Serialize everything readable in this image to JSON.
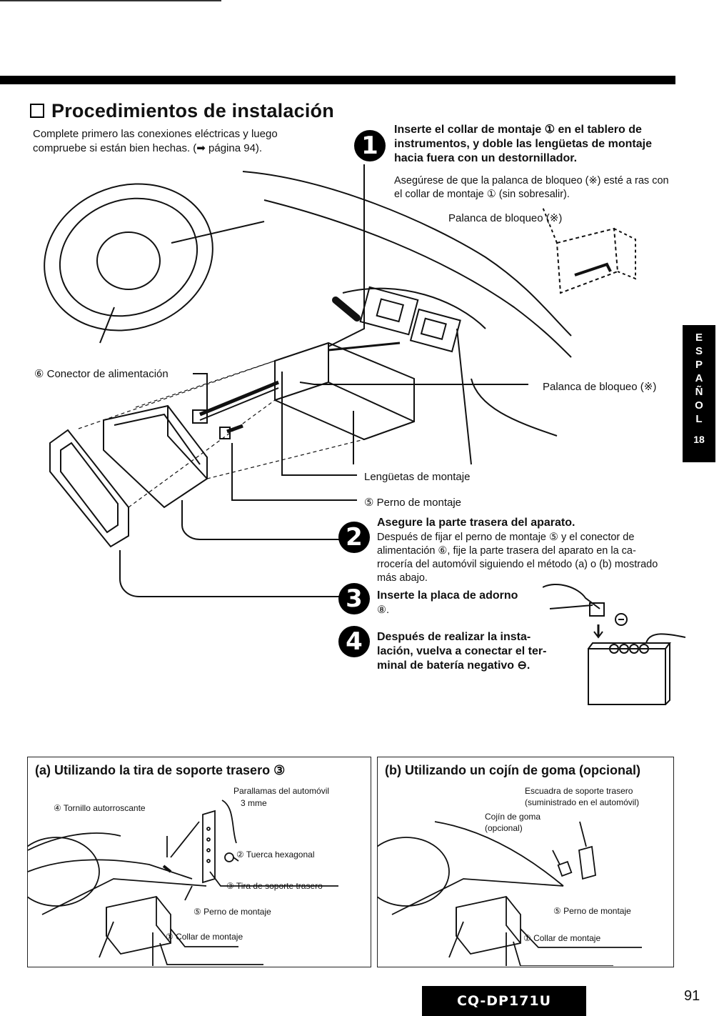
{
  "header": {
    "title": "Procedimientos de instalación",
    "intro": "Complete primero las conexiones eléctricas y luego compruebe si están bien hechas. (➡ página 94)."
  },
  "steps": [
    {
      "number": "1",
      "heading": "Inserte el collar de montaje ① en el tablero de instrumentos, y doble las lengüetas de montaje hacia fuera con un destornillador.",
      "body": "Asegúrese de que la palanca de bloqueo (※) esté a ras con el collar de montaje ① (sin sobresalir)."
    },
    {
      "number": "2",
      "heading": "Asegure la parte trasera del aparato.",
      "body": "Después de fijar el perno de montaje ⑤ y el conector de alimentación ⑥, fije la parte trasera del aparato en la ca-rrocería del automóvil siguiendo el método (a) o (b) mostrado más abajo."
    },
    {
      "number": "3",
      "heading": "Inserte la placa de adorno",
      "body": "⑧."
    },
    {
      "number": "4",
      "heading": "Después de realizar la insta-lación, vuelva a conectar el ter-minal de batería negativo ⊖."
    }
  ],
  "labels": {
    "palanca_top": "Palanca de bloqueo (※)",
    "conector": "⑥ Conector de alimentación",
    "palanca_right": "Palanca de bloqueo (※)",
    "lenguetas": "Lengüetas de montaje",
    "perno": "⑤ Perno de montaje"
  },
  "sidetab": {
    "letters": [
      "E",
      "S",
      "P",
      "A",
      "Ñ",
      "O",
      "L"
    ],
    "page": "18"
  },
  "panel_a": {
    "title": "(a) Utilizando la tira de soporte trasero ③",
    "tornillo": "④ Tornillo autorroscante",
    "parallamas": "Parallamas del automóvil",
    "mm": "3 mme",
    "tuerca": "② Tuerca hexagonal",
    "tira": "③ Tira de soporte trasero",
    "perno": "⑤ Perno de montaje",
    "collar": "① Collar de montaje"
  },
  "panel_b": {
    "title": "(b) Utilizando un cojín de goma (opcional)",
    "escuadra1": "Escuadra de soporte trasero",
    "escuadra2": "(suministrado en el automóvil)",
    "cojin1": "Cojín de goma",
    "cojin2": "(opcional)",
    "perno": "⑤ Perno de montaje",
    "collar": "① Collar de montaje"
  },
  "footer": {
    "model": "CQ-DP171U",
    "page_number": "91"
  }
}
